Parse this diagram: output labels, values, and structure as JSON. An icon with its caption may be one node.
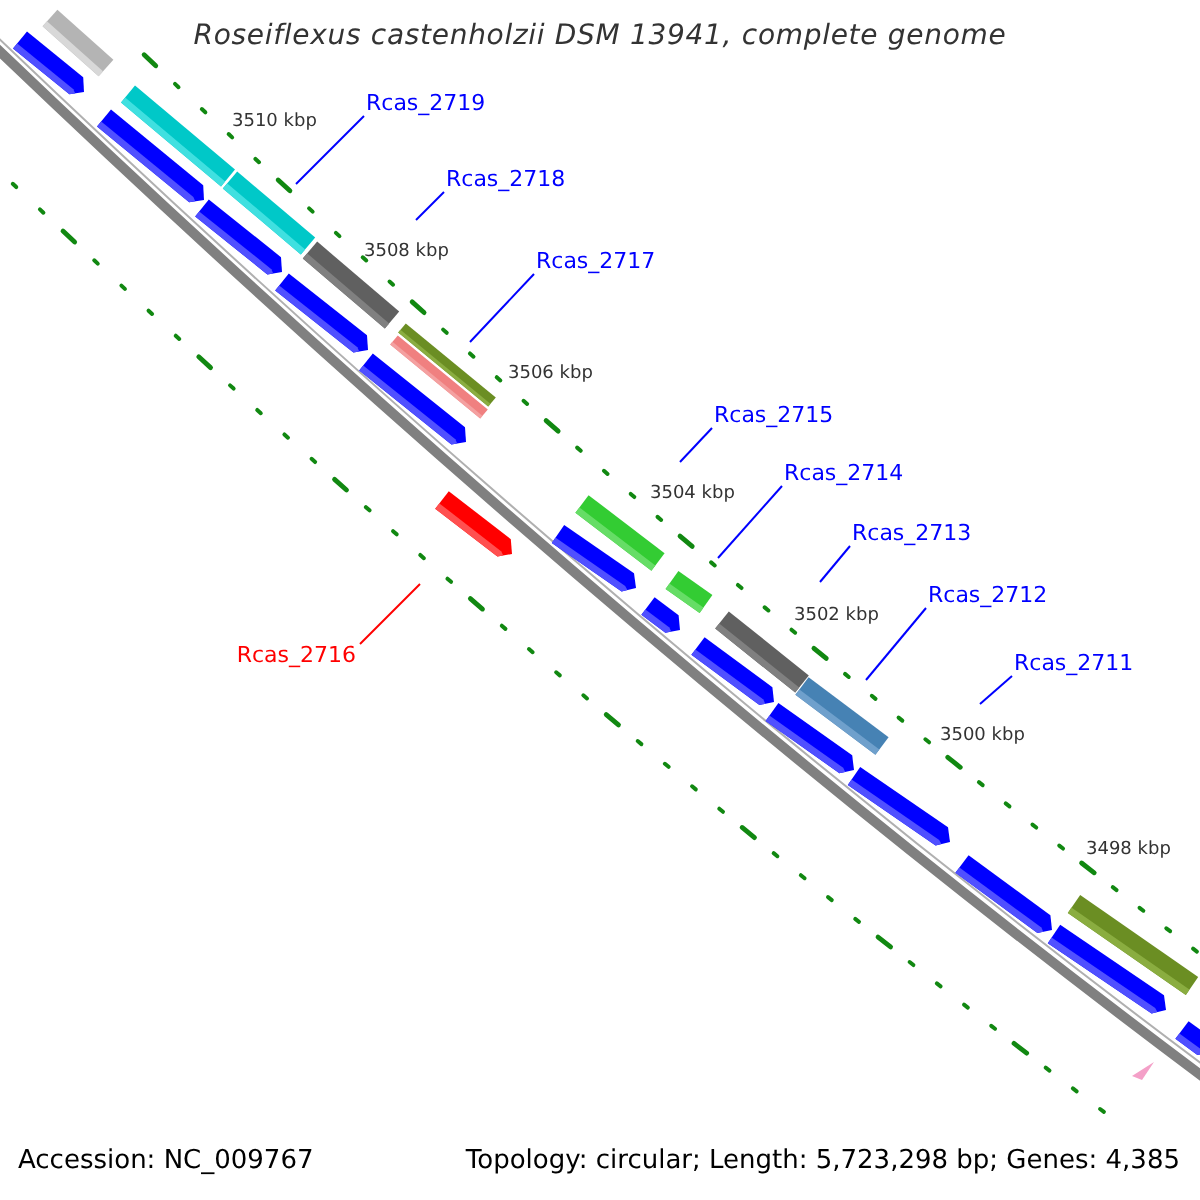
{
  "diagram": {
    "title": "Roseiflexus castenholzii DSM 13941, complete genome",
    "nodes": [
      {
        "text": [
          "Rcas_2719"
        ]
      },
      {
        "text": [
          "Rcas_2718"
        ]
      },
      {
        "text": [
          "Rcas_2717"
        ]
      },
      {
        "text": [
          "Rcas_2715"
        ]
      },
      {
        "text": [
          "Rcas_2714"
        ]
      },
      {
        "text": [
          "Rcas_2713"
        ]
      },
      {
        "text": [
          "Rcas_2712"
        ]
      },
      {
        "text": [
          "Rcas_2711"
        ]
      },
      {
        "text": [
          "Rcas_2716"
        ]
      }
    ],
    "edges": [
      {
        "from": 0,
        "to": null,
        "arrow": "none"
      },
      {
        "from": 1,
        "to": null,
        "arrow": "none"
      },
      {
        "from": 2,
        "to": null,
        "arrow": "none"
      },
      {
        "from": 3,
        "to": null,
        "arrow": "none"
      },
      {
        "from": 4,
        "to": null,
        "arrow": "none"
      },
      {
        "from": 5,
        "to": null,
        "arrow": "none"
      },
      {
        "from": 6,
        "to": null,
        "arrow": "none"
      },
      {
        "from": 7,
        "to": null,
        "arrow": "none"
      },
      {
        "from": 8,
        "to": null,
        "arrow": "none",
        "color": "#ff0000"
      }
    ],
    "labels": [
      "3510 kbp",
      "3508 kbp",
      "3506 kbp",
      "3504 kbp",
      "3502 kbp",
      "3500 kbp",
      "3498 kbp",
      "Accession: NC_009767",
      "Topology: circular; Length: 5,723,298 bp; Genes: 4,385"
    ]
  }
}
